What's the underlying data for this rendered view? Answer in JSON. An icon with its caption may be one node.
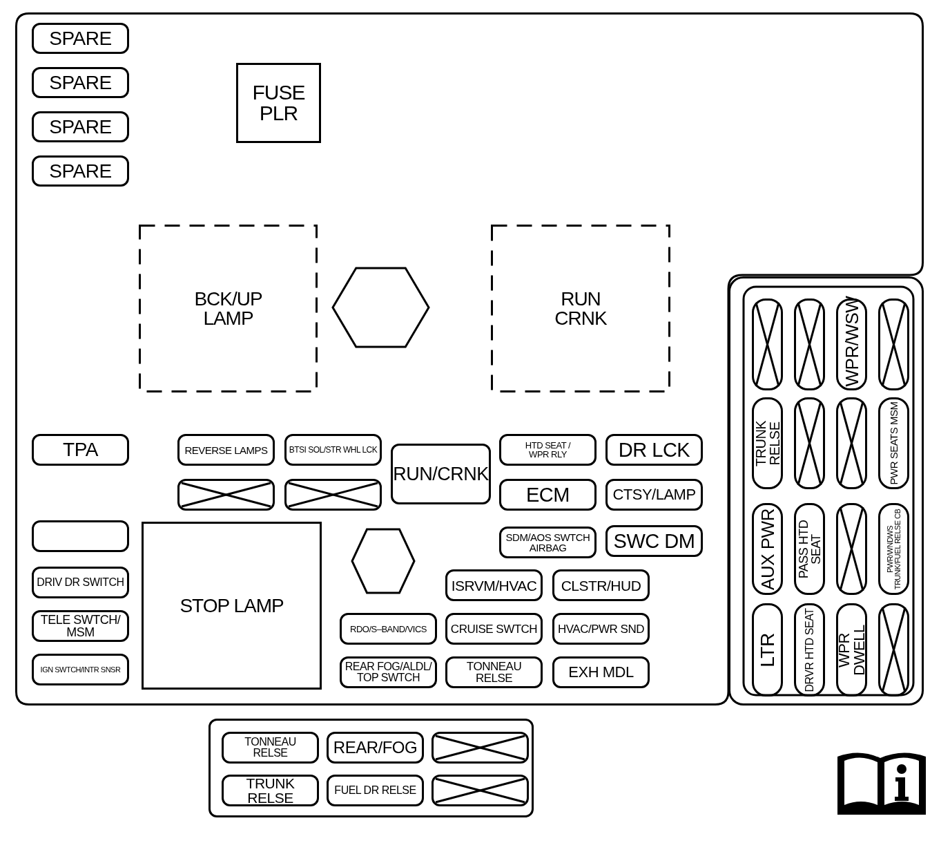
{
  "diagram": {
    "nodes": [
      {
        "text": [],
        "shape": "box"
      },
      {
        "text": [
          "SPARE"
        ],
        "in": 0
      },
      {
        "text": [
          "SPARE"
        ],
        "in": 0
      },
      {
        "text": [
          "SPARE"
        ],
        "in": 0
      },
      {
        "text": [
          "SPARE"
        ],
        "in": 0
      },
      {
        "text": [
          "FUSE PLR"
        ],
        "in": 0
      },
      {
        "text": [
          "BCK/UP LAMP"
        ],
        "in": 0
      },
      {
        "text": [],
        "shape": "hexagon",
        "in": 0
      },
      {
        "text": [
          "RUN CRNK"
        ],
        "in": 0
      },
      {
        "text": [
          "TPA"
        ],
        "in": 0
      },
      {
        "text": [
          "REVERSE LAMPS"
        ],
        "in": 0
      },
      {
        "text": [
          "BTSI SOL/STR WHL LCK"
        ],
        "in": 0
      },
      {
        "text": [
          "RUN/CRNK"
        ],
        "in": 0
      },
      {
        "text": [
          "HTD SEAT / WPR RLY"
        ],
        "in": 0
      },
      {
        "text": [
          "DR LCK"
        ],
        "in": 0
      },
      {
        "text": [],
        "shape": "box",
        "in": 0
      },
      {
        "text": [],
        "shape": "box",
        "in": 0
      },
      {
        "text": [
          "ECM"
        ],
        "in": 0
      },
      {
        "text": [
          "CTSY/LAMP"
        ],
        "in": 0
      },
      {
        "text": [],
        "shape": "box",
        "in": 0
      },
      {
        "text": [
          "STOP LAMP"
        ],
        "in": 0
      },
      {
        "text": [],
        "shape": "hexagon",
        "in": 0
      },
      {
        "text": [
          "SDM/AOS SWTCH AIRBAG"
        ],
        "in": 0
      },
      {
        "text": [
          "SWC DM"
        ],
        "in": 0
      },
      {
        "text": [
          "DRIV DR SWITCH"
        ],
        "in": 0
      },
      {
        "text": [
          "ISRVM/HVAC"
        ],
        "in": 0
      },
      {
        "text": [
          "CLSTR/HUD"
        ],
        "in": 0
      },
      {
        "text": [
          "TELE SWTCH/ MSM"
        ],
        "in": 0
      },
      {
        "text": [
          "RDO/S–BAND/VICS"
        ],
        "in": 0
      },
      {
        "text": [
          "CRUISE SWTCH"
        ],
        "in": 0
      },
      {
        "text": [
          "HVAC/PWR SND"
        ],
        "in": 0
      },
      {
        "text": [
          "IGN SWTCH/INTR SNSR"
        ],
        "in": 0
      },
      {
        "text": [
          "REAR FOG/ALDL/ TOP SWTCH"
        ],
        "in": 0
      },
      {
        "text": [
          "TONNEAU RELSE"
        ],
        "in": 0
      },
      {
        "text": [
          "EXH MDL"
        ],
        "in": 0
      },
      {
        "text": [],
        "shape": "box"
      },
      {
        "text": [],
        "shape": "box",
        "in": 35
      },
      {
        "text": [],
        "shape": "box",
        "in": 35
      },
      {
        "text": [
          "WPR/WSW"
        ],
        "in": 35
      },
      {
        "text": [],
        "shape": "box",
        "in": 35
      },
      {
        "text": [
          "TRUNK RELSE"
        ],
        "in": 35
      },
      {
        "text": [],
        "shape": "box",
        "in": 35
      },
      {
        "text": [],
        "shape": "box",
        "in": 35
      },
      {
        "text": [
          "PWR SEATS MSM"
        ],
        "in": 35
      },
      {
        "text": [
          "AUX PWR"
        ],
        "in": 35
      },
      {
        "text": [
          "PASS HTD SEAT"
        ],
        "in": 35
      },
      {
        "text": [],
        "shape": "box",
        "in": 35
      },
      {
        "text": [
          "PWR/WNDWS TRUNK/FUEL RELSE CB"
        ],
        "in": 35
      },
      {
        "text": [
          "LTR"
        ],
        "in": 35
      },
      {
        "text": [
          "DRVR HTD SEAT"
        ],
        "in": 35
      },
      {
        "text": [
          "WPR DWELL"
        ],
        "in": 35
      },
      {
        "text": [],
        "shape": "box",
        "in": 35
      },
      {
        "text": [],
        "shape": "box"
      },
      {
        "text": [
          "TONNEAU RELSE"
        ],
        "in": 52
      },
      {
        "text": [
          "REAR/FOG"
        ],
        "in": 52
      },
      {
        "text": [],
        "shape": "box",
        "in": 52
      },
      {
        "text": [
          "TRUNK RELSE"
        ],
        "in": 52
      },
      {
        "text": [
          "FUEL DR RELSE"
        ],
        "in": 52
      },
      {
        "text": [],
        "shape": "box",
        "in": 52
      }
    ]
  }
}
